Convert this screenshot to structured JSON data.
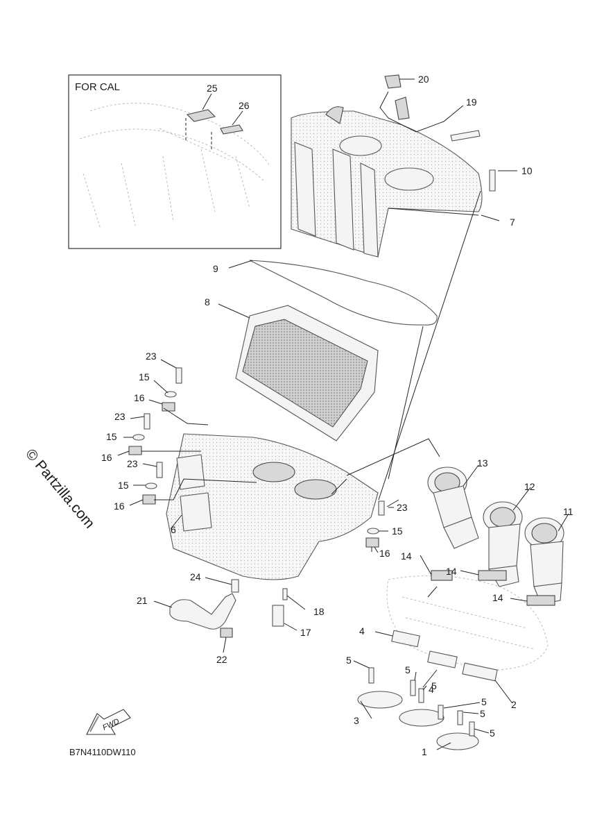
{
  "diagram": {
    "inset_label": "FOR CAL",
    "watermark": "© Partzilla.com",
    "drawing_number": "B7N4110DW110",
    "fwd_label": "FWD",
    "callouts": {
      "c1": "1",
      "c2": "2",
      "c3": "3",
      "c4a": "4",
      "c4b": "4",
      "c5a": "5",
      "c5b": "5",
      "c5c": "5",
      "c5d": "5",
      "c5e": "5",
      "c5f": "5",
      "c6": "6",
      "c7": "7",
      "c8": "8",
      "c9": "9",
      "c10": "10",
      "c11": "11",
      "c12": "12",
      "c13": "13",
      "c14a": "14",
      "c14b": "14",
      "c14c": "14",
      "c15a": "15",
      "c15b": "15",
      "c15c": "15",
      "c15d": "15",
      "c16a": "16",
      "c16b": "16",
      "c16c": "16",
      "c16d": "16",
      "c17": "17",
      "c18": "18",
      "c19": "19",
      "c20": "20",
      "c21": "21",
      "c22": "22",
      "c23a": "23",
      "c23b": "23",
      "c23c": "23",
      "c23d": "23",
      "c24": "24",
      "c25": "25",
      "c26": "26"
    }
  }
}
